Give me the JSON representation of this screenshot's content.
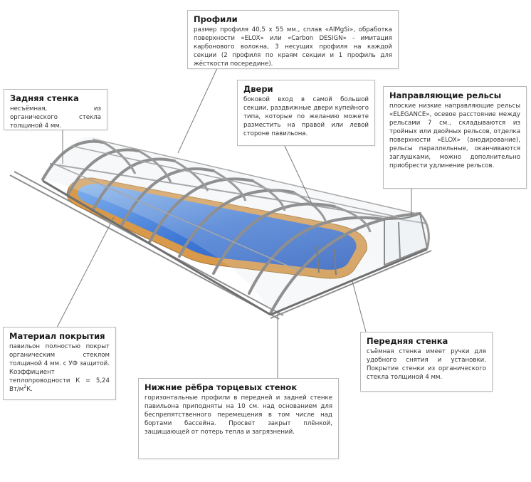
{
  "colors": {
    "frame": "#8f8f8f",
    "frame_dark": "#5e5e5e",
    "water": "#3f78d6",
    "water_light": "#7fb1ee",
    "deck": "#d89a4a",
    "callout_border": "#b8b8b8",
    "leader_line": "#7a7a7a"
  },
  "callouts": {
    "profiles": {
      "title": "Профили",
      "text": "размер профиля 40,5 х 55 мм., сплав «AlMgSi», обработка поверхности «ELOX» или «Carbon DESIGN» - имитация карбонового волокна, 3 несущих профиля на каждой секции (2 профиля по краям секции и 1 профиль для жёсткости посередине)."
    },
    "back_wall": {
      "title": "Задняя стенка",
      "text": "несъёмная, из органического стекла толщиной 4 мм."
    },
    "doors": {
      "title": "Двери",
      "text": "боковой вход в самой большой секции, раздвижные двери купейного типа, которые по желанию можете разместить на правой или левой стороне павильона."
    },
    "rails": {
      "title": "Направляющие рельсы",
      "text": "плоские низкие направляющие рельсы «ELEGANCE», осевое расстояние между рельсами 7 см., складываются из тройных или двойных рельсов, отделка поверхности «ELOX» (анодирование), рельсы параллельные, оканчиваются заглушками, можно дополнительно приобрести удлинение рельсов."
    },
    "material": {
      "title": "Материал покрытия",
      "text": "павильон полностью покрыт органическим стеклом толщиной 4 мм. с УФ защитой. Коэффициент теплопроводности К = 5,24 Вт/м",
      "sup": "2",
      "unit_end": "К."
    },
    "front_wall": {
      "title": "Передняя стенка",
      "text": "съёмная стенка имеет ручки для удобного снятия и установки. Покрытие стенки из органического стекла толщиной 4 мм."
    },
    "bottom_ribs": {
      "title": "Нижние рёбра торцевых стенок",
      "text": "горизонтальные профили в передней и задней стенке павильона приподняты на 10 см. над основанием для беспрепятственного перемещения в том числе над бортами бассейна. Просвет закрыт плёнкой, защищающей от потерь тепла и загрязнений."
    }
  }
}
